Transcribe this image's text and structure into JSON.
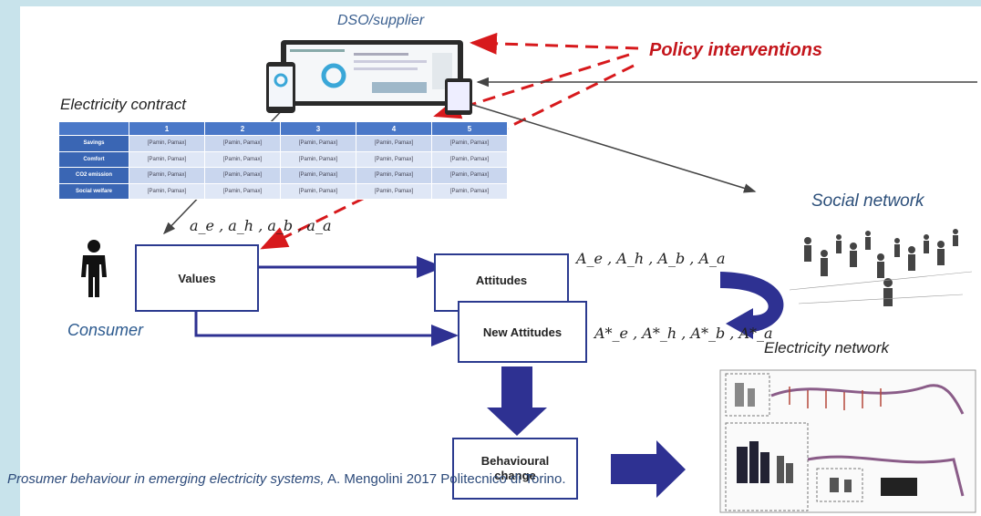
{
  "labels": {
    "dso": "DSO/supplier",
    "policy": "Policy interventions",
    "contract": "Electricity contract",
    "social": "Social network",
    "consumer": "Consumer",
    "elec_network": "Electricity network"
  },
  "contract_table": {
    "columns": [
      "1",
      "2",
      "3",
      "4",
      "5"
    ],
    "rows": [
      "Savings",
      "Comfort",
      "CO2 emission",
      "Social welfare"
    ],
    "cell": "[Pamin, Pamax]"
  },
  "boxes": {
    "values": "Values",
    "attitudes": "Attitudes",
    "new_attitudes": "New Attitudes",
    "behavioural": "Behavioural change"
  },
  "math": {
    "weights": "a_e , a_h , a_b , a_a",
    "attitudes": "A_e , A_h , A_b , A_a",
    "new_attitudes": "A*_e , A*_h , A*_b , A*_a"
  },
  "caption": {
    "title_italic": "Prosumer behaviour in emerging electricity systems,",
    "rest": " A. Mengolini 2017 Politecnico di Torino."
  },
  "colors": {
    "box_border": "#2b3a8f",
    "arrow": "#2e3192",
    "policy_red": "#c4161c",
    "table_header": "#4a78c8"
  }
}
